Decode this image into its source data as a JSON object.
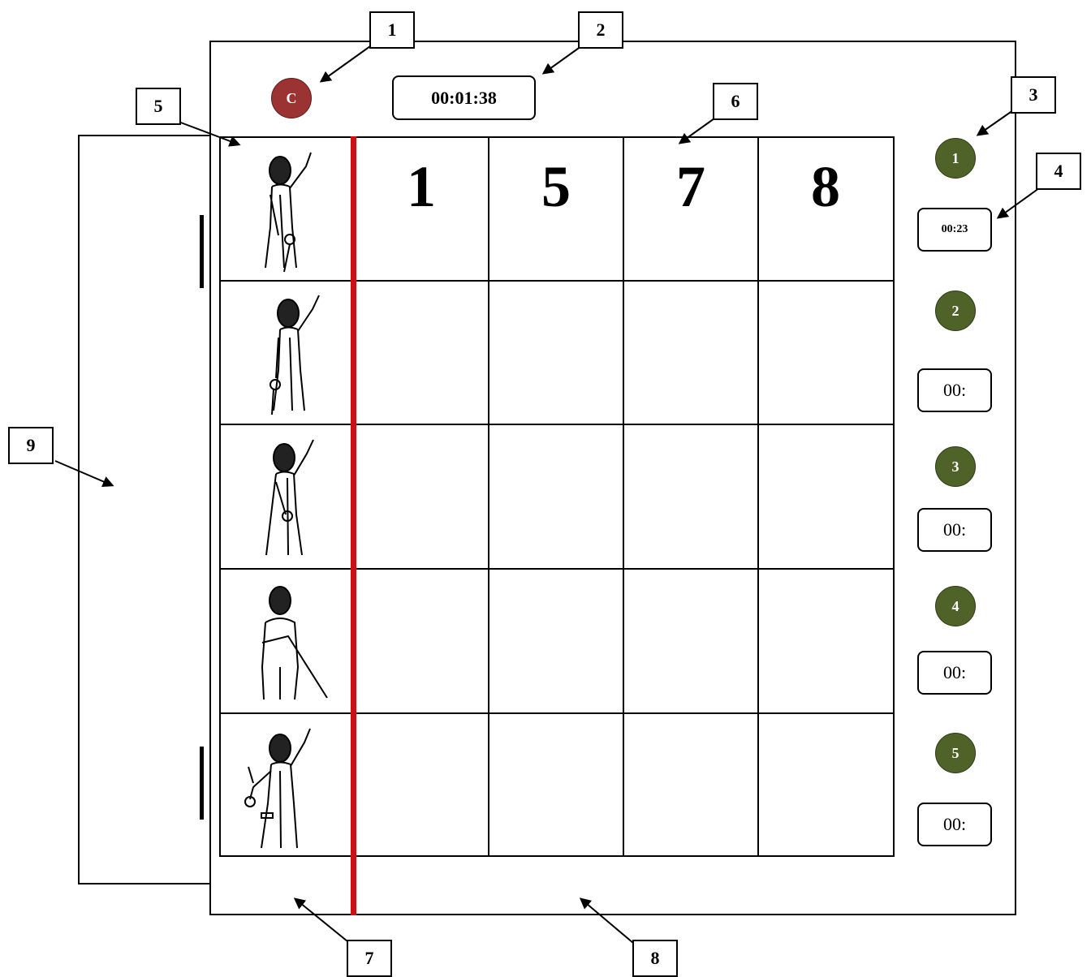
{
  "header": {
    "c_badge": "C",
    "main_timer": "00:01:38"
  },
  "scores": [
    "1",
    "5",
    "7",
    "8"
  ],
  "stations": [
    {
      "number": "1",
      "timer": "00:23"
    },
    {
      "number": "2",
      "timer": "00:"
    },
    {
      "number": "3",
      "timer": "00:"
    },
    {
      "number": "4",
      "timer": "00:"
    },
    {
      "number": "5",
      "timer": "00:"
    }
  ],
  "callouts": [
    "1",
    "2",
    "3",
    "4",
    "5",
    "6",
    "7",
    "8",
    "9"
  ],
  "fencers": [
    "fencer-1",
    "fencer-2",
    "fencer-3",
    "fencer-4",
    "fencer-5"
  ],
  "colors": {
    "c_badge": "#9b3333",
    "station_badge": "#4f6228",
    "red_line": "#c61414"
  }
}
